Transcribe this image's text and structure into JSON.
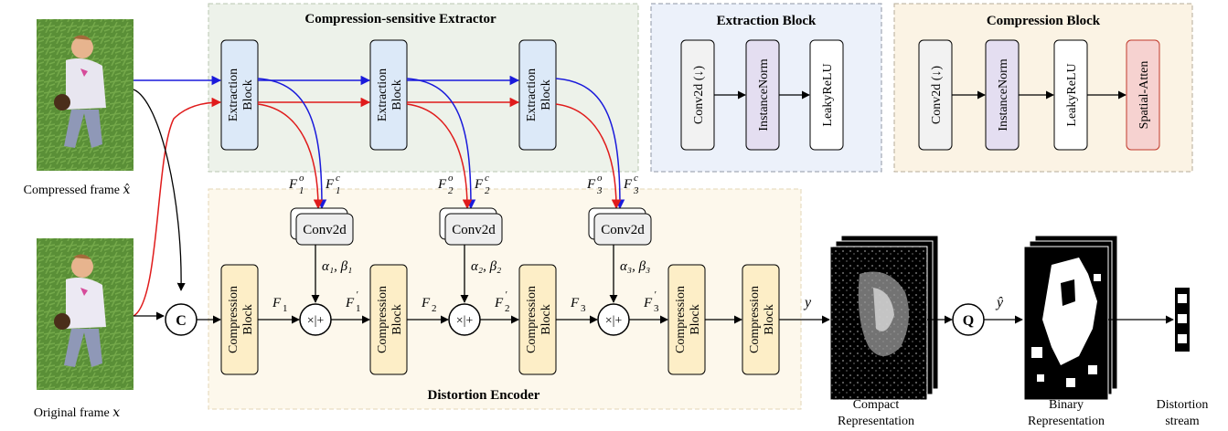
{
  "panels": {
    "extractor_title": "Compression-sensitive Extractor",
    "extraction_block_title": "Extraction Block",
    "compression_block_title": "Compression Block",
    "encoder_title": "Distortion Encoder"
  },
  "images": {
    "compressed_label": "Compressed frame 𝑥̂",
    "original_label": "Original frame 𝑥"
  },
  "blocks": {
    "extraction": [
      "Extraction",
      "Block"
    ],
    "compression": [
      "Compression",
      "Block"
    ],
    "conv2d": "Conv2d",
    "concat": "C",
    "quantize": "Q",
    "modulate": "×|+"
  },
  "extraction_block_layers": [
    "Conv2d (↓)",
    "InstanceNorm",
    "LeakyReLU"
  ],
  "compression_block_layers": [
    "Conv2d (↓)",
    "InstanceNorm",
    "LeakyReLU",
    "Spatial-Atten"
  ],
  "features": {
    "fo": [
      "F",
      "o",
      "1",
      "2",
      "3"
    ],
    "F1": "F₁",
    "F2": "F₂",
    "F3": "F₃",
    "F1p": "F′₁",
    "F2p": "F′₂",
    "F3p": "F′₃",
    "ab1": "α₁, β₁",
    "ab2": "α₂, β₂",
    "ab3": "α₃, β₃",
    "y": "y",
    "yhat": "ŷ"
  },
  "outputs": {
    "compact": [
      "Compact",
      "Representation"
    ],
    "binary": [
      "Binary",
      "Representation"
    ],
    "stream": [
      "Distortion",
      "stream"
    ]
  },
  "colors": {
    "extractor_bg": "#edf2ea",
    "extraction_bg": "#ecf1fa",
    "compression_bg": "#fbf3e4",
    "encoder_bg": "#fdf8ec",
    "extraction_fill": "#dce9f8",
    "compression_fill": "#fdeec7",
    "instnorm_fill": "#e4def1",
    "spatial_fill": "#f6d2d0",
    "blue_arrow": "#1a1adb",
    "red_arrow": "#e01b1b"
  }
}
